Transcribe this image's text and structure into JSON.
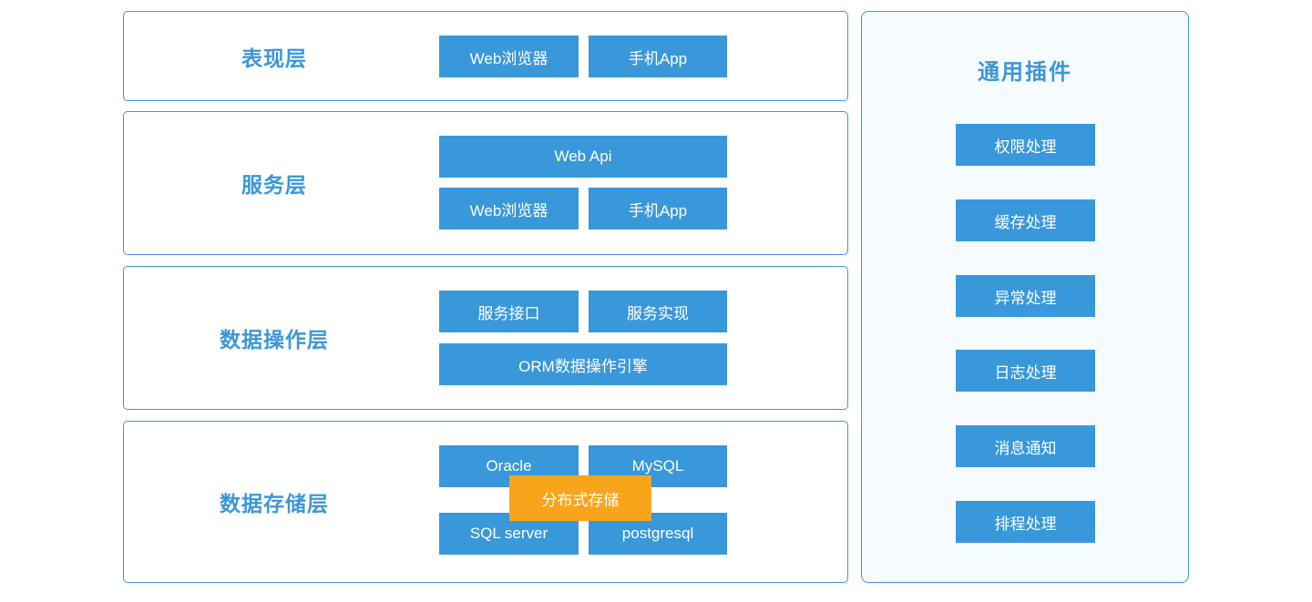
{
  "diagram": {
    "layers": [
      {
        "title": "表现层",
        "buttons": [
          "Web浏览器",
          "手机App"
        ]
      },
      {
        "title": "服务层",
        "wide_button": "Web Api",
        "buttons": [
          "Web浏览器",
          "手机App"
        ]
      },
      {
        "title": "数据操作层",
        "buttons": [
          "服务接口",
          "服务实现"
        ],
        "wide_button": "ORM数据操作引擎"
      },
      {
        "title": "数据存储层",
        "buttons_row1": [
          "Oracle",
          "MySQL"
        ],
        "buttons_row2": [
          "SQL server",
          "postgresql"
        ],
        "overlay": "分布式存储"
      }
    ],
    "plugins_panel": {
      "title": "通用插件",
      "items": [
        "权限处理",
        "缓存处理",
        "异常处理",
        "日志处理",
        "消息通知",
        "排程处理"
      ]
    },
    "colors": {
      "node_blue": "#3998da",
      "overlay_orange": "#f9a51b",
      "border_blue": "#3e97d9",
      "title_blue": "#3b97d8",
      "panel_background": "#f5fbfe"
    }
  }
}
